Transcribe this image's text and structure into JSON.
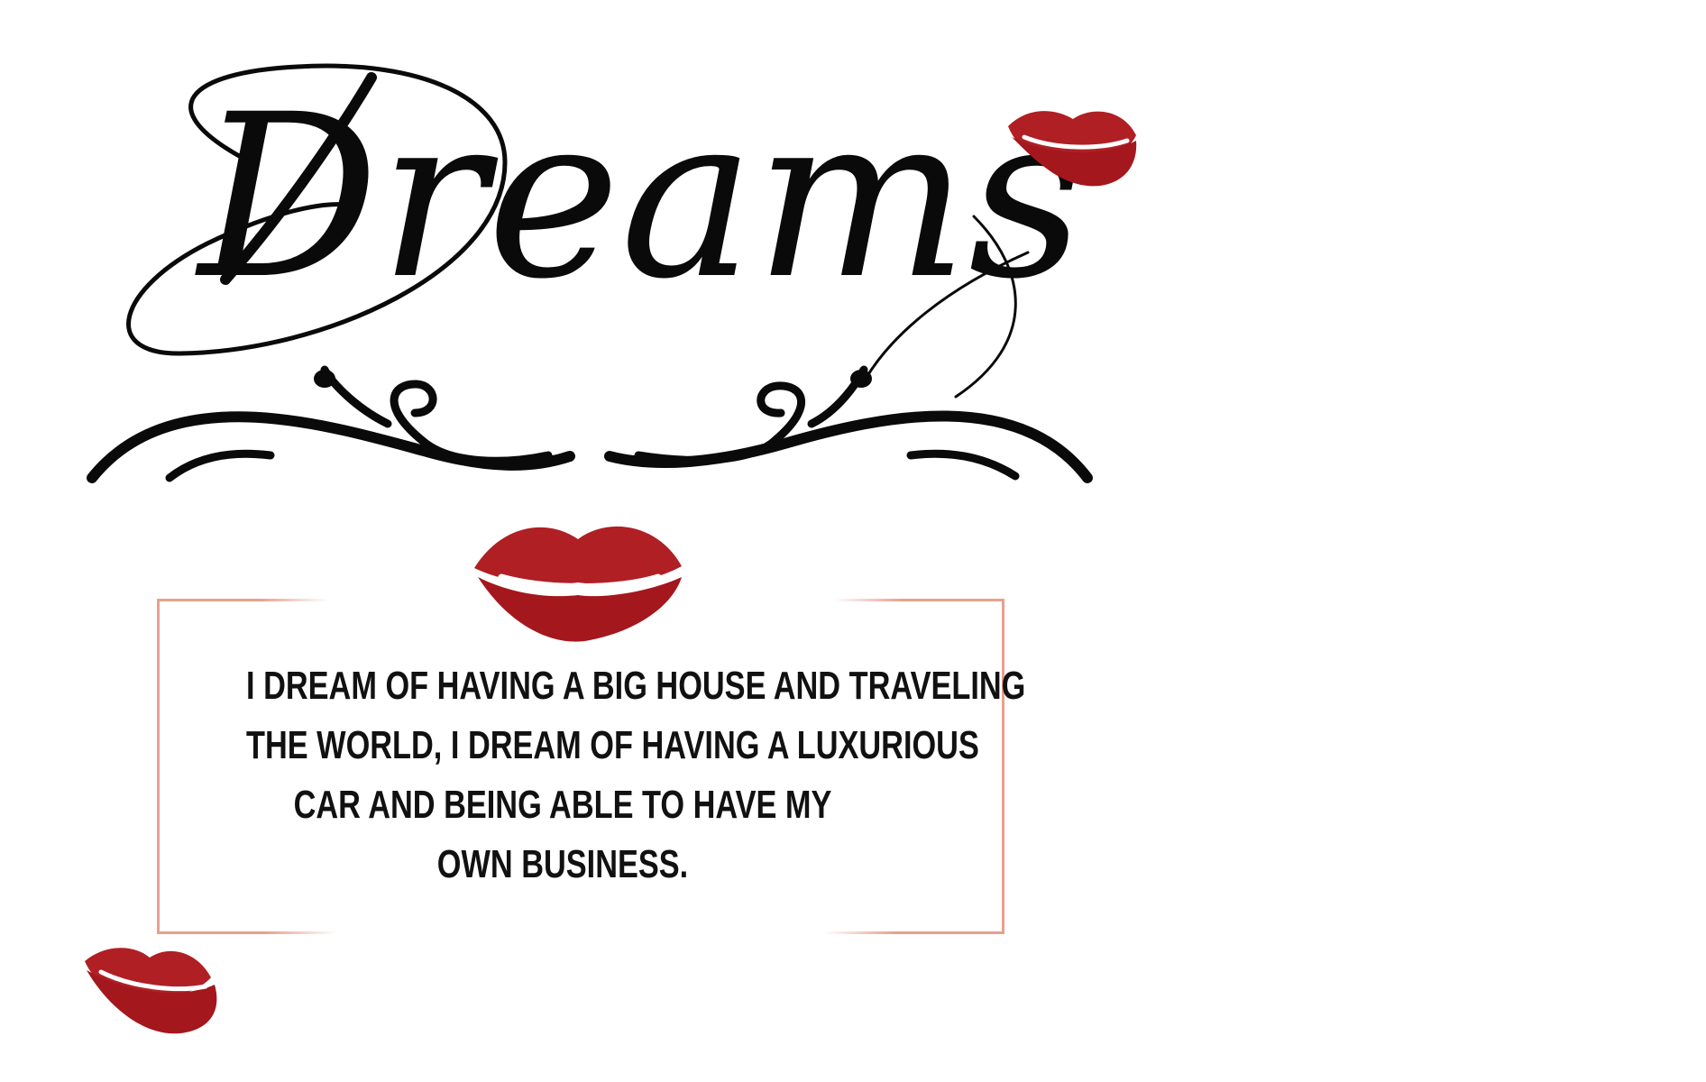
{
  "title": "Dreams",
  "quote_lines": [
    "I DREAM OF HAVING A BIG HOUSE AND TRAVELING",
    "THE WORLD, I DREAM OF HAVING A LUXURIOUS",
    "CAR AND BEING ABLE TO HAVE MY",
    "OWN BUSINESS."
  ],
  "colors": {
    "ink": "#0a0a0a",
    "lipstick": "#b01f24",
    "frame": "#e8a08e"
  },
  "icons": [
    "kiss-lips-icon",
    "flourish-ornament"
  ]
}
